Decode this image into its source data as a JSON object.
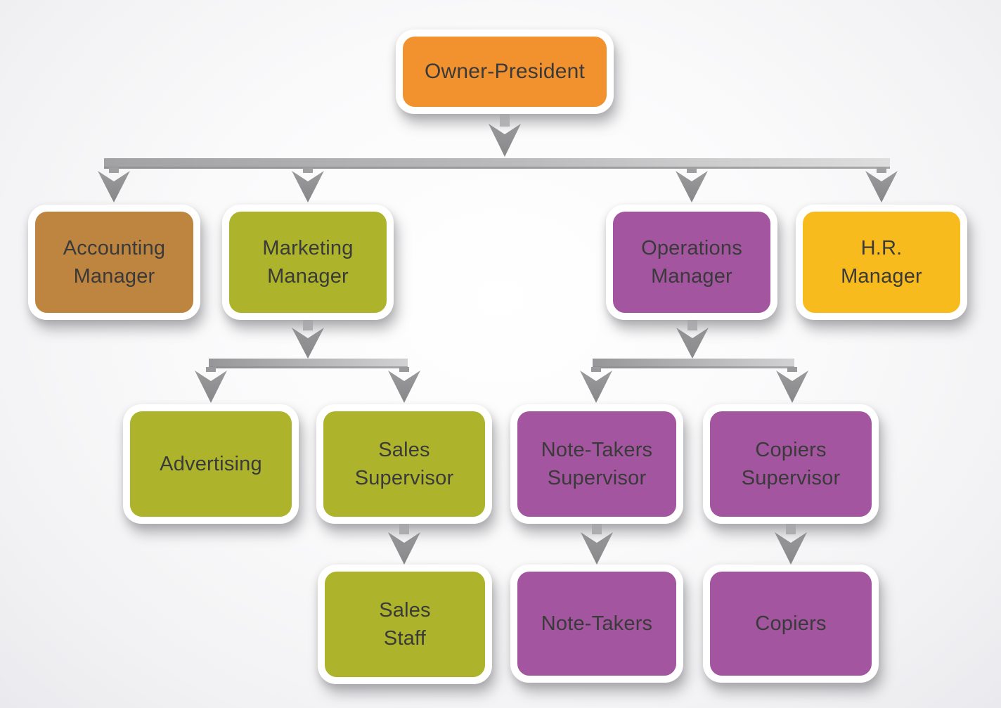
{
  "diagram": {
    "type": "organization-chart",
    "text_color": "#3A3A3A",
    "connector_color": "#909090",
    "frame_color": "#FFFFFF",
    "nodes": {
      "owner": {
        "label": "Owner-President",
        "fill": "#F2922E"
      },
      "accounting": {
        "label": "Accounting\nManager",
        "fill": "#BE8540"
      },
      "marketing": {
        "label": "Marketing\nManager",
        "fill": "#ADB42C"
      },
      "operations": {
        "label": "Operations\nManager",
        "fill": "#A3559F"
      },
      "hr": {
        "label": "H.R.\nManager",
        "fill": "#F8BB1E"
      },
      "advertising": {
        "label": "Advertising",
        "fill": "#ADB42C"
      },
      "sales_supervisor": {
        "label": "Sales\nSupervisor",
        "fill": "#ADB42C"
      },
      "notetakers_supervisor": {
        "label": "Note-Takers\nSupervisor",
        "fill": "#A3559F"
      },
      "copiers_supervisor": {
        "label": "Copiers\nSupervisor",
        "fill": "#A3559F"
      },
      "sales_staff": {
        "label": "Sales\nStaff",
        "fill": "#ADB42C"
      },
      "note_takers": {
        "label": "Note-Takers",
        "fill": "#A3559F"
      },
      "copiers": {
        "label": "Copiers",
        "fill": "#A3559F"
      }
    },
    "edges": [
      {
        "from": "Owner-President",
        "to": "Accounting Manager"
      },
      {
        "from": "Owner-President",
        "to": "Marketing Manager"
      },
      {
        "from": "Owner-President",
        "to": "Operations Manager"
      },
      {
        "from": "Owner-President",
        "to": "H.R. Manager"
      },
      {
        "from": "Marketing Manager",
        "to": "Advertising"
      },
      {
        "from": "Marketing Manager",
        "to": "Sales Supervisor"
      },
      {
        "from": "Operations Manager",
        "to": "Note-Takers Supervisor"
      },
      {
        "from": "Operations Manager",
        "to": "Copiers Supervisor"
      },
      {
        "from": "Sales Supervisor",
        "to": "Sales Staff"
      },
      {
        "from": "Note-Takers Supervisor",
        "to": "Note-Takers"
      },
      {
        "from": "Copiers Supervisor",
        "to": "Copiers"
      }
    ]
  }
}
